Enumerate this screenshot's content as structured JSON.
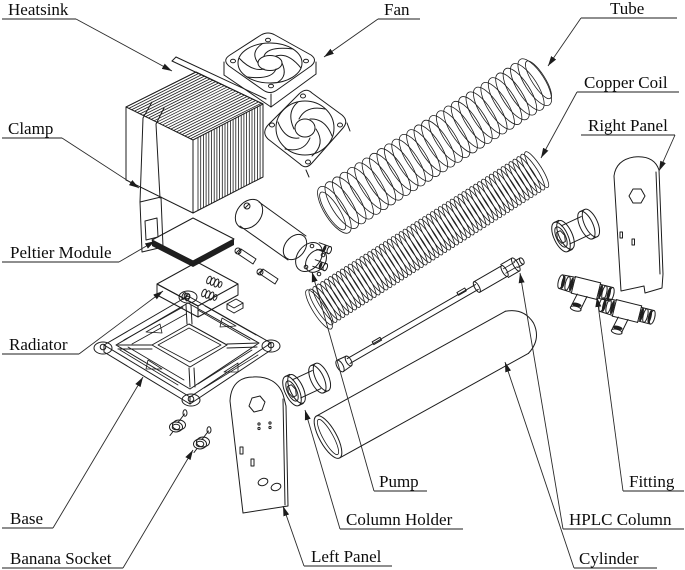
{
  "figure": {
    "type": "exploded-assembly-diagram",
    "background": "#ffffff",
    "line_color": "#1c1c1c",
    "labels": {
      "heatsink": "Heatsink",
      "fan": "Fan",
      "tube": "Tube",
      "copper_coil": "Copper Coil",
      "right_panel": "Right Panel",
      "clamp": "Clamp",
      "peltier_module": "Peltier Module",
      "radiator": "Radiator",
      "base": "Base",
      "banana_socket": "Banana Socket",
      "left_panel": "Left Panel",
      "pump": "Pump",
      "column_holder": "Column Holder",
      "fitting": "Fitting",
      "hplc_column": "HPLC Column",
      "cylinder": "Cylinder"
    }
  }
}
